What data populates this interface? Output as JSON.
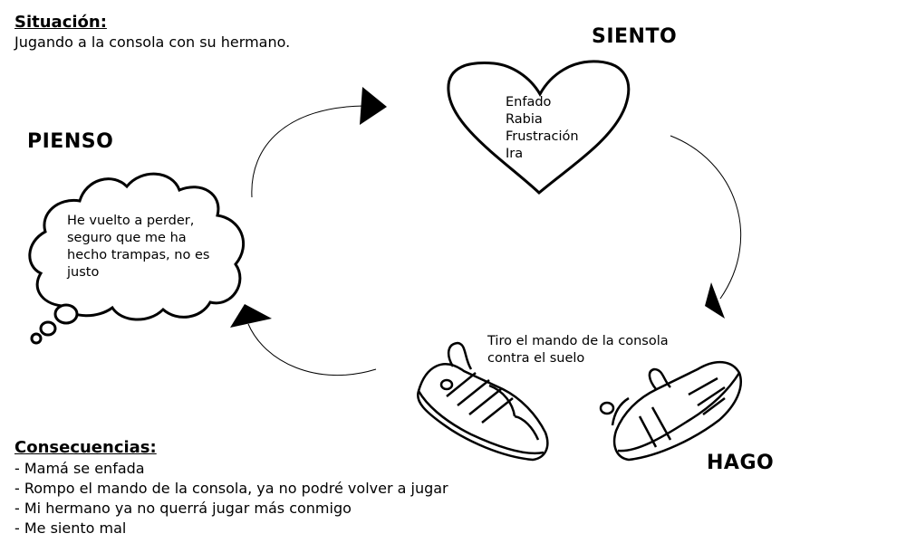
{
  "situation": {
    "title": "Situación:",
    "text": "Jugando a la consola con su hermano."
  },
  "headings": {
    "feel": "SIENTO",
    "think": "PIENSO",
    "do": "HAGO"
  },
  "feelings": [
    "Enfado",
    "Rabia",
    "Frustración",
    "Ira"
  ],
  "thought": "He vuelto a perder, seguro que me ha hecho trampas, no es justo",
  "action": "Tiro el mando de la consola contra el suelo",
  "consequences": {
    "title": "Consecuencias:",
    "items": [
      "- Mamá se enfada",
      "- Rompo el mando de la consola, ya no podré volver a jugar",
      "- Mi hermano ya no querrá jugar más conmigo",
      "- Me siento mal"
    ]
  }
}
